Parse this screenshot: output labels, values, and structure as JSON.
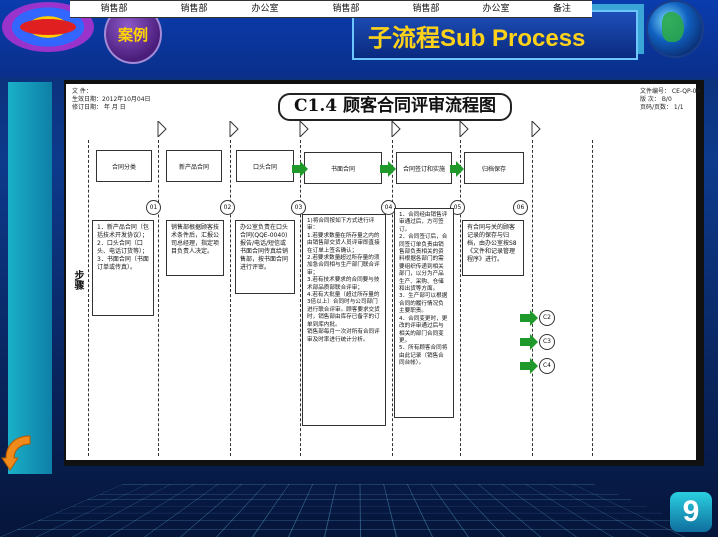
{
  "header": {
    "case_label": "案例",
    "title": "子流程Sub Process"
  },
  "doc": {
    "meta_left": [
      "文 件：",
      "生效日期：2012年10月04日",
      "修订日期：  年  月  日"
    ],
    "meta_right": [
      "文件编号： CE-QP-09",
      "版 次： B/0",
      "页码/页数： 1/1"
    ],
    "title": "C1.4 顾客合同评审流程图",
    "departments": [
      "销售部",
      "销售部",
      "办公室",
      "销售部",
      "销售部",
      "办公室",
      "备注"
    ],
    "step_label": "步骤"
  },
  "process": {
    "p1": "合同分类",
    "p2": "新产品合同",
    "p3": "口头合同",
    "p4": "书面合同",
    "p5": "合同签订和实施",
    "p6": "归档保存"
  },
  "step_numbers": [
    "01",
    "02",
    "03",
    "04",
    "05",
    "06"
  ],
  "notes": {
    "n1": "1．新产品合同（包括技术开发协议）；\n2．口头合同（口头、电话订货等）；\n3．书面合同（书面订单或传真）。",
    "n2": "销售部根据顾客技术条件后，汇报公司总经理，指定项目负责人决定。",
    "n3": "办公室负责在口头合同(QQE-0040)报告/电话/短信或书面合同传真给销售部，按书面合同进行评审。",
    "n4": "1)将合同按如下方式进行评审：\n1.若要求数量在所存量之内的由销售部交货人员评审即直接在订单上签名确认；\n2.若要求数量超过所存量的须加急合同相与生产部门联合评审；\n3.若有技术要求的合同要与技术部品质部联合评审；\n4.若有大批量（超过所存量的3倍以上）合同时与公司部门进行联合评审。顾客要求交货时，销售部由库存已备字的订单到库内批。\n销售部每月一次对所有合同评审及时率进行统计分析。",
    "n5": "1．合同经由销售评审通过后，方可签订。\n2．合同签订后，合同签订单负责由销售部负责相关的资料根据各部门的需要组织传递到相关部门，以分为产品生产、采购、仓储和出货等方面。\n3．生产部可以根据合同的履行情况负主要职责。\n4．合同变更时，更改的评审通过后与相关的部门合同变更。\n5．所有顾客合同将由此记录（销售合同台帐）。",
    "n6": "有合同与关的顾客记录的保存与归档，由办公室按S8《文件和记录管理程序》进行。"
  },
  "refs": [
    "C2",
    "C3",
    "C4"
  ],
  "page_number": "9"
}
